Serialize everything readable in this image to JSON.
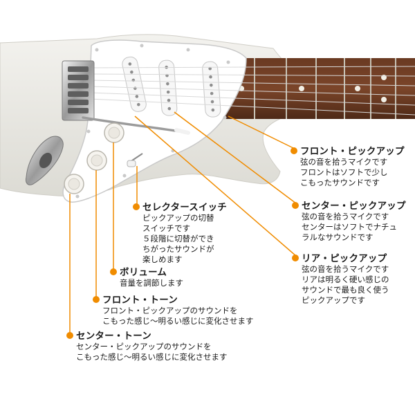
{
  "accent_color": "#f08c00",
  "guitar_color": "#ecebe5",
  "callouts": {
    "front_pickup": {
      "title": "フロント・ピックアップ",
      "lines": [
        "弦の音を拾うマイクです",
        "フロントはソフトで少し",
        "こもったサウンドです"
      ]
    },
    "center_pickup": {
      "title": "センター・ピックアップ",
      "lines": [
        "弦の音を拾うマイクです",
        "センターはソフトでナチュ",
        "ラルなサウンドです"
      ]
    },
    "rear_pickup": {
      "title": "リア・ピックアップ",
      "lines": [
        "弦の音を拾うマイクです",
        "リアは明るく硬い感じの",
        "サウンドで最も良く使う",
        "ピックアップです"
      ]
    },
    "selector_switch": {
      "title": "セレクタースイッチ",
      "lines": [
        "ピックアップの切替",
        "スイッチです",
        "５段階に切替ができ",
        "ちがったサウンドが",
        "楽しめます"
      ]
    },
    "volume": {
      "title": "ボリューム",
      "lines": [
        "音量を調節します"
      ]
    },
    "front_tone": {
      "title": "フロント・トーン",
      "lines": [
        "フロント・ピックアップのサウンドを",
        "こもった感じ～明るい感じに変化させます"
      ]
    },
    "center_tone": {
      "title": "センター・トーン",
      "lines": [
        "センター・ピックアップのサウンドを",
        "こもった感じ～明るい感じに変化させます"
      ]
    }
  }
}
